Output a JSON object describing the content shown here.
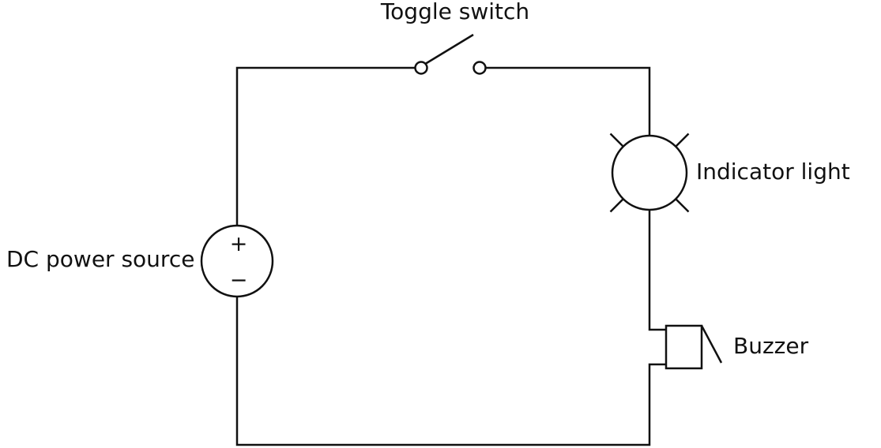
{
  "diagram": {
    "type": "circuit-schematic",
    "colors": {
      "line": "#111111",
      "text": "#111111",
      "background": "#ffffff"
    },
    "components": {
      "switch": {
        "label": "Toggle switch",
        "type": "toggle-switch",
        "state": "open"
      },
      "lamp": {
        "label": "Indicator light",
        "type": "indicator-light"
      },
      "source": {
        "label": "DC power source",
        "type": "dc-power-source",
        "positive_terminal": "+",
        "negative_terminal": "−"
      },
      "buzzer": {
        "label": "Buzzer",
        "type": "buzzer"
      }
    }
  }
}
